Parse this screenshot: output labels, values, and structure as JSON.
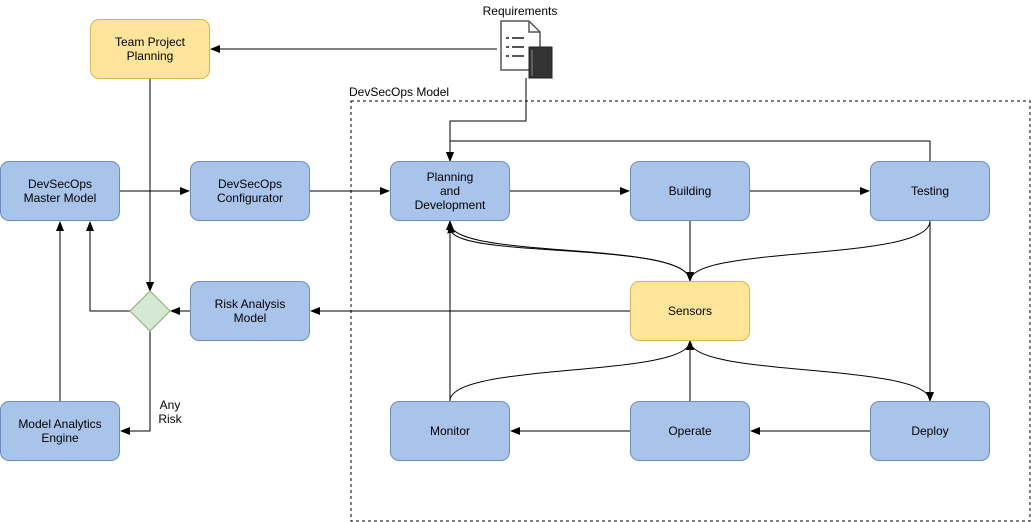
{
  "nodes": {
    "team_project_planning": "Team Project\nPlanning",
    "devsecops_master_model": "DevSecOps\nMaster Model",
    "devsecops_configurator": "DevSecOps\nConfigurator",
    "planning_development": "Planning\nand\nDevelopment",
    "building": "Building",
    "testing": "Testing",
    "risk_analysis_model": "Risk Analysis\nModel",
    "sensors": "Sensors",
    "model_analytics_engine": "Model Analytics\nEngine",
    "monitor": "Monitor",
    "operate": "Operate",
    "deploy": "Deploy"
  },
  "labels": {
    "requirements": "Requirements",
    "devsecops_model": "DevSecOps Model",
    "any_risk": "Any\nRisk"
  },
  "colors": {
    "blue_fill": "#a9c4eb",
    "blue_stroke": "#6c8ebf",
    "yellow_fill": "#ffe599",
    "yellow_stroke": "#d6b656",
    "decision_fill": "#d5e8d4",
    "decision_stroke": "#82b366"
  },
  "icons": {
    "requirements": "document-icon"
  }
}
